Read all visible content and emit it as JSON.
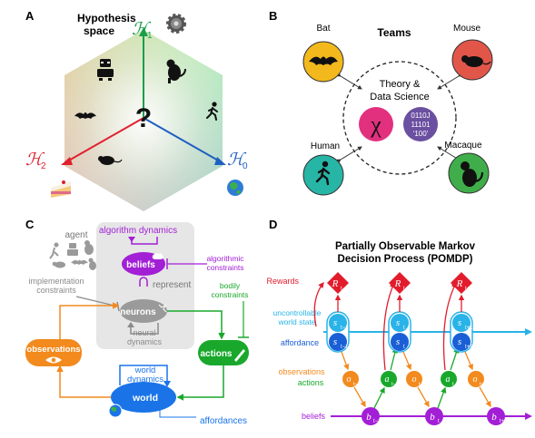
{
  "panels": {
    "A": {
      "letter": "A",
      "title_line1": "Hypothesis",
      "title_line2": "space",
      "axis_h1_main": "ℋ",
      "axis_h1_sub": "1",
      "axis_h2_main": "ℋ",
      "axis_h2_sub": "2",
      "axis_h0_main": "ℋ",
      "axis_h0_sub": "0",
      "center_symbol": "?",
      "colors": {
        "h1": "#1a9e4b",
        "h2": "#e0202e",
        "h0": "#1f5fc2"
      }
    },
    "B": {
      "letter": "B",
      "title": "Teams",
      "center_line1": "Theory &",
      "center_line2": "Data Science",
      "chi": "χ",
      "binary_line1": "0110J",
      "binary_line2": "11101",
      "binary_line3": "‘100’",
      "teams": [
        "Bat",
        "Mouse",
        "Human",
        "Macaque"
      ],
      "colors": {
        "bat": "#f2b81c",
        "mouse": "#e2564a",
        "human": "#27b5a6",
        "macaque": "#3fae4a",
        "chi": "#e2307f",
        "binary": "#6b4fa0"
      }
    },
    "C": {
      "letter": "C",
      "agent": "agent",
      "algorithm_dynamics": "algorithm dynamics",
      "beliefs": "beliefs",
      "algorithmic_constraints_l1": "algorithmic",
      "algorithmic_constraints_l2": "constraints",
      "represent": "represent",
      "implementation_l1": "implementation",
      "implementation_l2": "constraints",
      "bodily_l1": "bodily",
      "bodily_l2": "constraints",
      "neurons": "neurons",
      "neural_l1": "neural",
      "neural_l2": "dynamics",
      "observations": "observations",
      "actions": "actions",
      "world_dynamics_l1": "world",
      "world_dynamics_l2": "dynamics",
      "world": "world",
      "affordances": "affordances",
      "colors": {
        "beliefs": "#a21fd6",
        "neurons": "#9a9a9a",
        "observations": "#f28a1e",
        "actions": "#19a82c",
        "world": "#1a74e8",
        "agent_bg": "#e6e6e6"
      }
    },
    "D": {
      "letter": "D",
      "title_line1": "Partially Observable Markov",
      "title_line2": "Decision Process (POMDP)",
      "rewards": "Rewards",
      "uncontrollable_l1": "uncontrollable",
      "uncontrollable_l2": "world state",
      "affordance": "affordance",
      "observations": "observations",
      "actions": "actions",
      "beliefs": "beliefs",
      "sub_prev": "t−1",
      "sub_t": "t",
      "sub_next": "t+1",
      "R": "R",
      "s": "s",
      "o": "o",
      "a": "a",
      "b": "b",
      "colors": {
        "reward": "#e21c2c",
        "state": "#29b3e8",
        "affordance": "#1a5fd6",
        "observation": "#f28a1e",
        "action": "#19a82c",
        "belief": "#a21fd6"
      }
    }
  }
}
